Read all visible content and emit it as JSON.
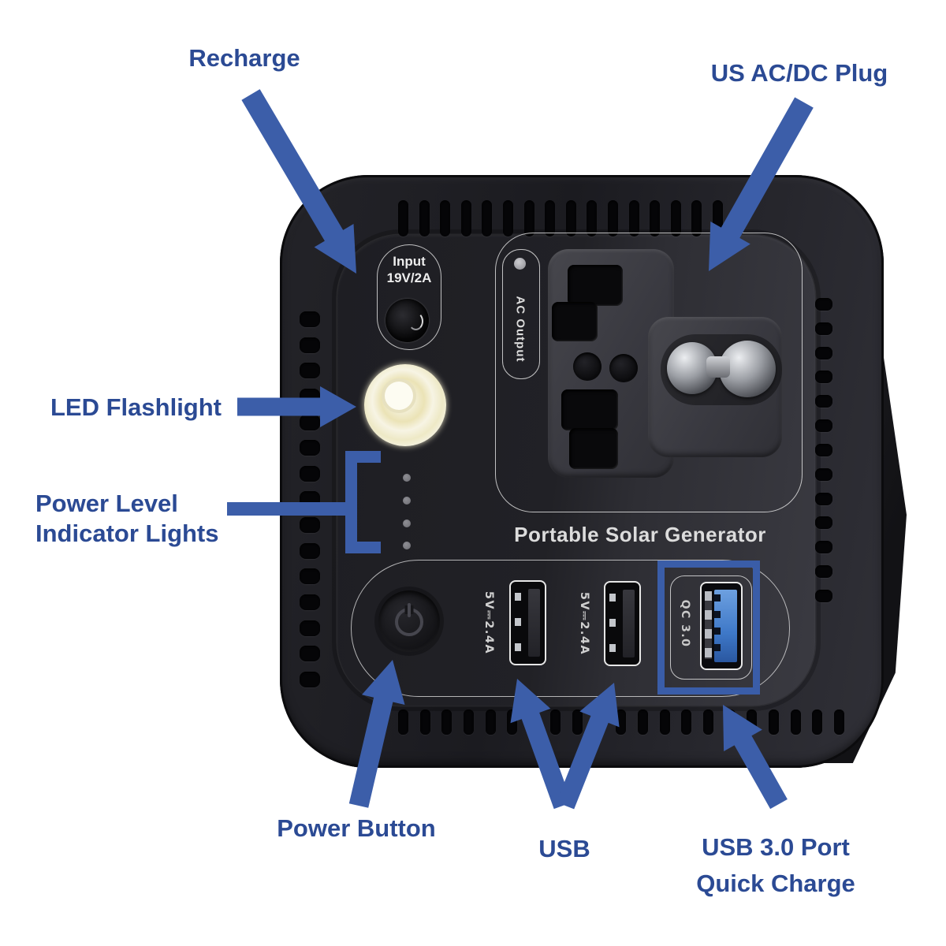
{
  "colors": {
    "label_text": "#2b4a94",
    "arrow": "#3c5ea9",
    "qc_highlight_box": "#3a5da8",
    "usb3_port_blue": "#3e78c8"
  },
  "callouts": {
    "recharge": "Recharge",
    "us_ac_dc_plug": "US AC/DC Plug",
    "led_flashlight": "LED Flashlight",
    "power_level_line1": "Power Level",
    "power_level_line2": "Indicator Lights",
    "power_button": "Power Button",
    "usb": "USB",
    "usb3_line1": "USB 3.0 Port",
    "usb3_line2": "Quick Charge"
  },
  "device": {
    "input_port_line1": "Input",
    "input_port_line2": "19V/2A",
    "ac_output": "AC Output",
    "product_name": "Portable Solar Generator",
    "usb_port_1": "5V⎓2.4A",
    "usb_port_2": "5V⎓2.4A",
    "qc_port": "QC 3.0"
  }
}
